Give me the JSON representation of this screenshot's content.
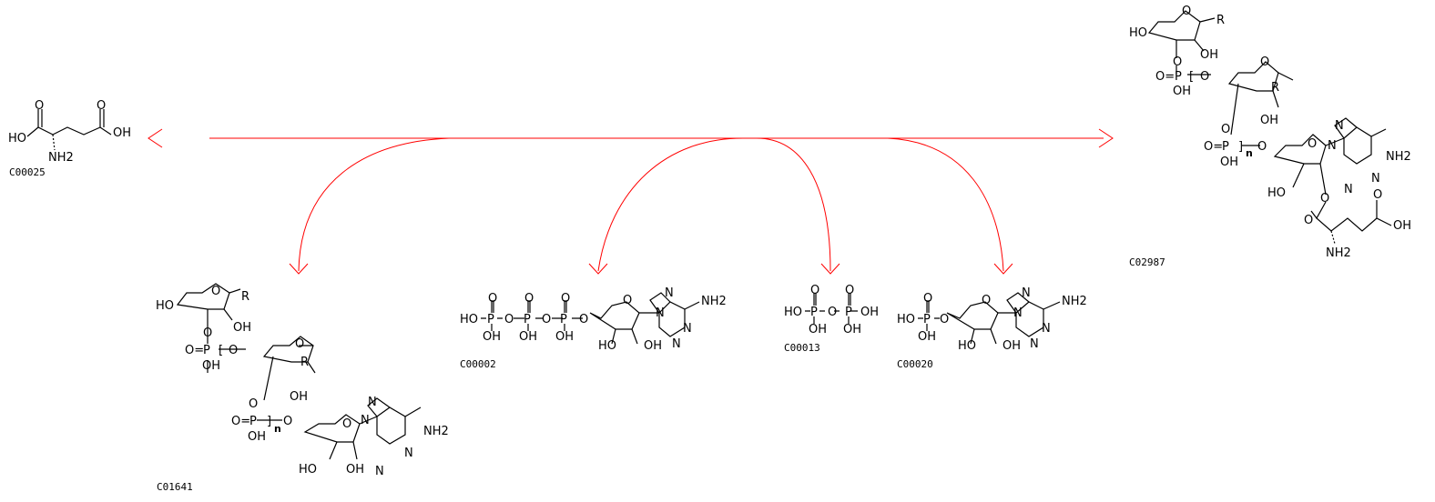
{
  "compounds": {
    "c00025": {
      "id": "C00025"
    },
    "c01641": {
      "id": "C01641"
    },
    "c00002": {
      "id": "C00002"
    },
    "c00013": {
      "id": "C00013"
    },
    "c00020": {
      "id": "C00020"
    },
    "c02987": {
      "id": "C02987"
    }
  },
  "atoms": {
    "ho": "HO",
    "oh": "OH",
    "o": "O",
    "p": "P",
    "n": "N",
    "r": "R",
    "nh2": "NH2",
    "n_sub": "n",
    "eq_o": "O=",
    "bracket_l": "[",
    "bracket_r": "]"
  },
  "colors": {
    "reaction": "#ff0000",
    "structure": "#000000",
    "background": "#ffffff"
  }
}
